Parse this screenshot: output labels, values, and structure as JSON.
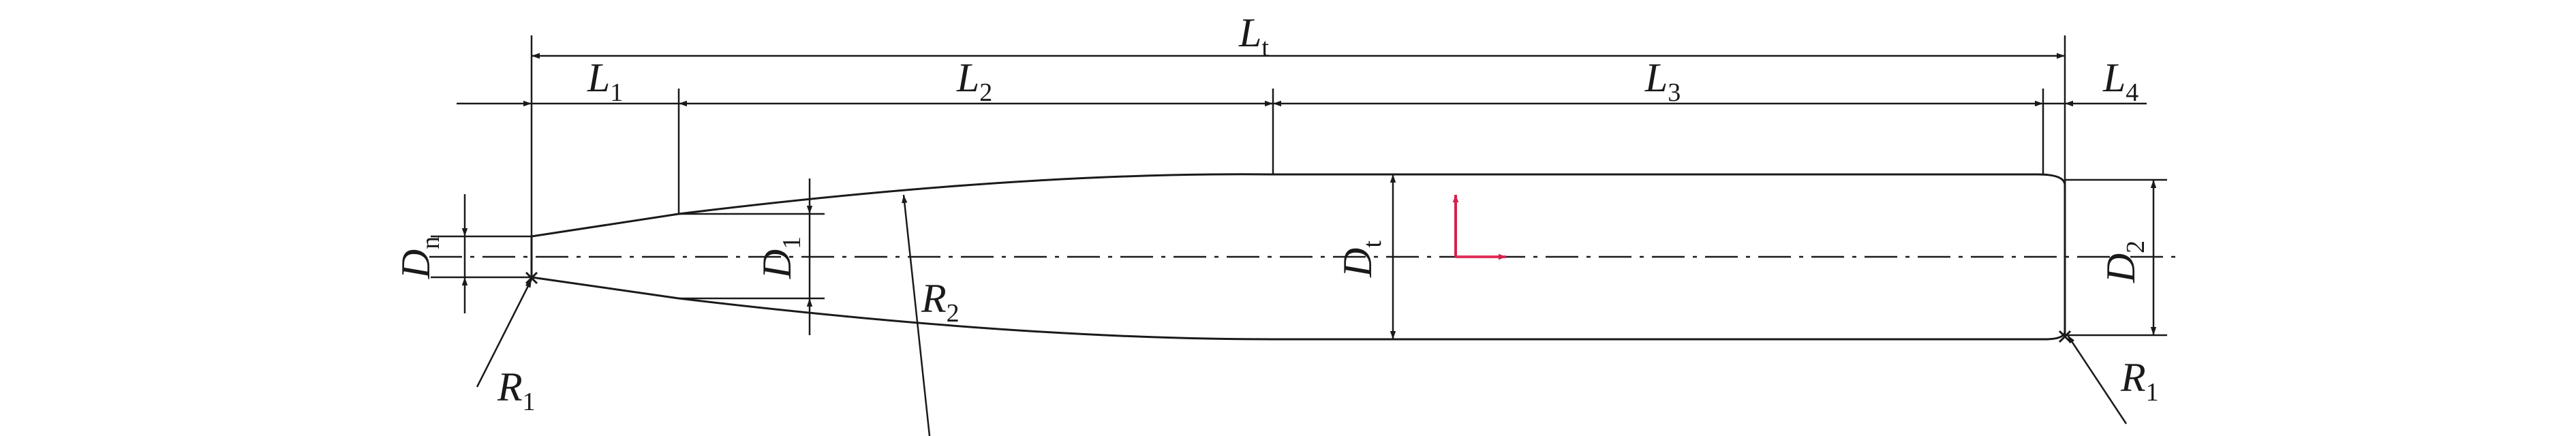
{
  "labels": {
    "Lt": {
      "main": "L",
      "sub": "t"
    },
    "L1": {
      "main": "L",
      "sub": "1"
    },
    "L2": {
      "main": "L",
      "sub": "2"
    },
    "L3": {
      "main": "L",
      "sub": "3"
    },
    "L4": {
      "main": "L",
      "sub": "4"
    },
    "Dn": {
      "main": "D",
      "sub": "n"
    },
    "D1": {
      "main": "D",
      "sub": "1"
    },
    "Dt": {
      "main": "D",
      "sub": "t"
    },
    "D2": {
      "main": "D",
      "sub": "2"
    },
    "R1_left": {
      "main": "R",
      "sub": "1"
    },
    "R2": {
      "main": "R",
      "sub": "2"
    },
    "R1_right": {
      "main": "R",
      "sub": "1"
    }
  },
  "colors": {
    "line": "#1a1a1a",
    "axis_vertical": "#d6204a",
    "axis_horizontal": "#e0305a"
  }
}
